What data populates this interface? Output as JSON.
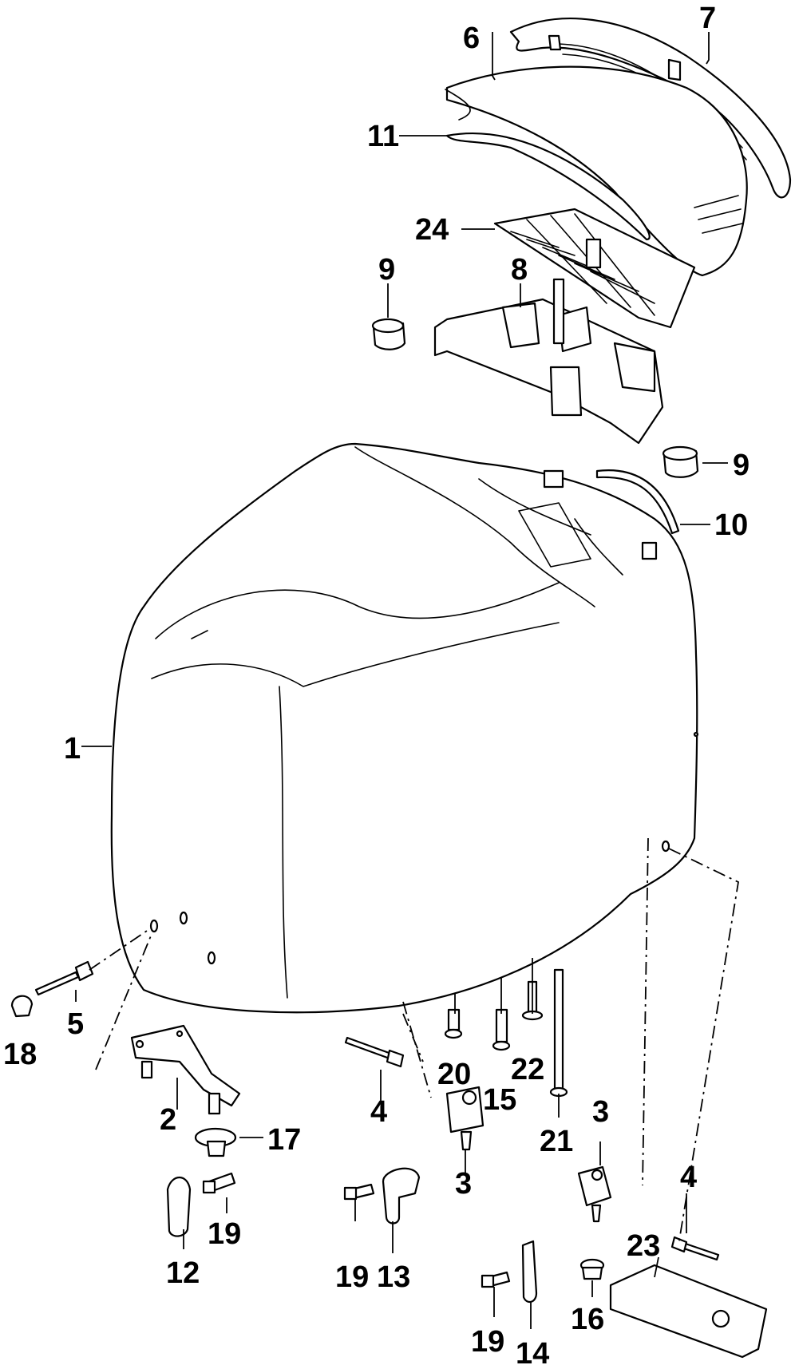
{
  "callouts": {
    "c1": "1",
    "c2": "2",
    "c3a": "3",
    "c3b": "3",
    "c4a": "4",
    "c4b": "4",
    "c5": "5",
    "c6": "6",
    "c7": "7",
    "c8": "8",
    "c9a": "9",
    "c9b": "9",
    "c10": "10",
    "c11": "11",
    "c12": "12",
    "c13": "13",
    "c14": "14",
    "c15": "15",
    "c16": "16",
    "c17": "17",
    "c18": "18",
    "c19a": "19",
    "c19b": "19",
    "c19c": "19",
    "c20": "20",
    "c21": "21",
    "c22": "22",
    "c23": "23",
    "c24": "24"
  }
}
